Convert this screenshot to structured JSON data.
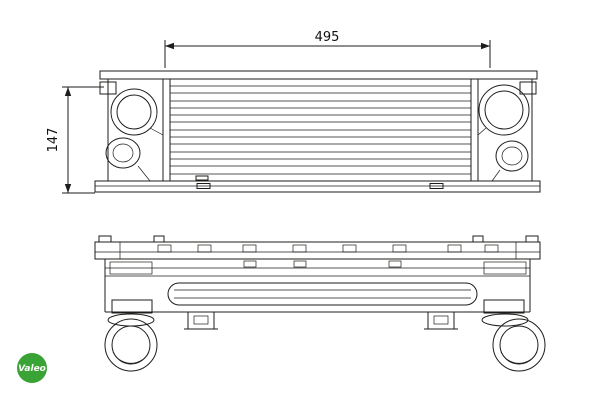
{
  "drawing": {
    "title": "intercooler-technical-drawing",
    "width_dim": "495",
    "height_dim": "147"
  },
  "brand": {
    "name": "Valeo",
    "color": "#3aa335"
  },
  "colors": {
    "line": "#1d1d1b",
    "background": "#ffffff"
  }
}
